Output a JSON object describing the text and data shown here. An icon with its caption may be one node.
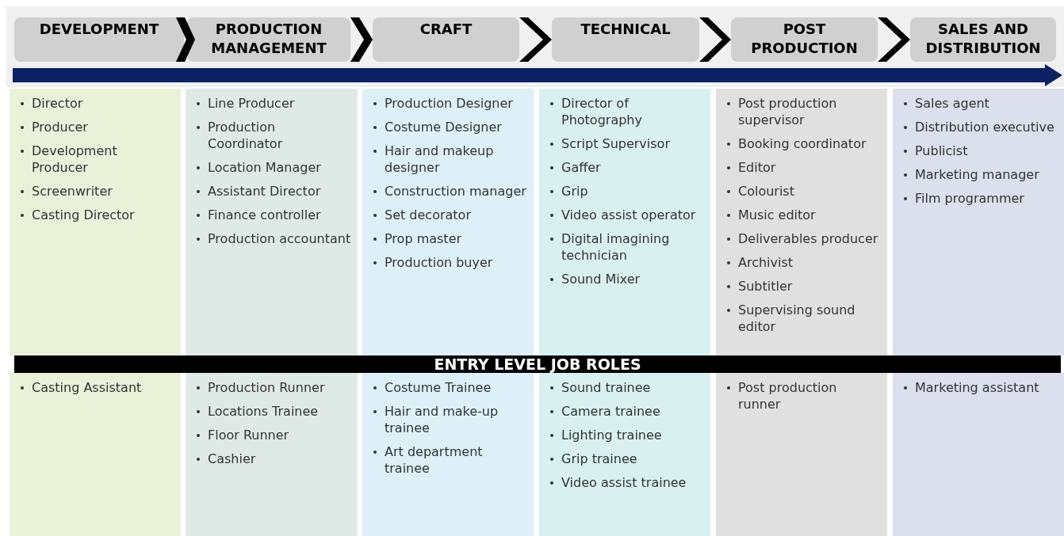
{
  "diagram": {
    "nodes": [
      {
        "text": [
          "DEVELOPMENT"
        ]
      },
      {
        "text": [
          "PRODUCTION MANAGEMENT"
        ]
      },
      {
        "text": [
          "CRAFT"
        ]
      },
      {
        "text": [
          "TECHNICAL"
        ]
      },
      {
        "text": [
          "POST PRODUCTION"
        ]
      },
      {
        "text": [
          "SALES AND DISTRIBUTION"
        ]
      },
      {
        "text": [
          "Director",
          "Producer",
          "Development Producer",
          "Screenwriter",
          "Casting Director"
        ]
      },
      {
        "text": [
          "Line Producer",
          "Production Coordinator",
          "Location Manager",
          "Assistant Director",
          "Finance controller",
          "Production accountant"
        ]
      },
      {
        "text": [
          "Production Designer",
          "Costume Designer",
          "Hair and makeup designer",
          "Construction manager",
          "Set decorator",
          "Prop master",
          "Production buyer"
        ]
      },
      {
        "text": [
          "Director of Photography",
          "Script Supervisor",
          "Gaffer",
          "Grip",
          "Video assist operator",
          "Digital imagining technician",
          "Sound Mixer"
        ]
      },
      {
        "text": [
          "Post production supervisor",
          "Booking coordinator",
          "Editor",
          "Colourist",
          "Music editor",
          "Deliverables producer",
          "Archivist",
          "Subtitler",
          "Supervising sound editor"
        ]
      },
      {
        "text": [
          "Sales agent",
          "Distribution executive",
          "Publicist",
          "Marketing manager",
          "Film programmer"
        ]
      },
      {
        "text": [
          "ENTRY LEVEL JOB ROLES"
        ]
      },
      {
        "text": [
          "Casting Assistant"
        ]
      },
      {
        "text": [
          "Production Runner",
          "Locations Trainee",
          "Floor Runner",
          "Cashier"
        ]
      },
      {
        "text": [
          "Costume Trainee",
          "Hair and make-up trainee",
          "Art department trainee"
        ]
      },
      {
        "text": [
          "Sound trainee",
          "Camera trainee",
          "Lighting trainee",
          "Grip trainee",
          "Video assist trainee"
        ]
      },
      {
        "text": [
          "Post production runner"
        ]
      },
      {
        "text": [
          "Marketing assistant"
        ]
      }
    ],
    "edges": [
      {
        "from": 0,
        "to": 1,
        "arrow": "to"
      },
      {
        "from": 1,
        "to": 2,
        "arrow": "to"
      },
      {
        "from": 2,
        "to": 3,
        "arrow": "to"
      },
      {
        "from": 3,
        "to": 4,
        "arrow": "to"
      },
      {
        "from": 4,
        "to": 5,
        "arrow": "to"
      }
    ]
  }
}
